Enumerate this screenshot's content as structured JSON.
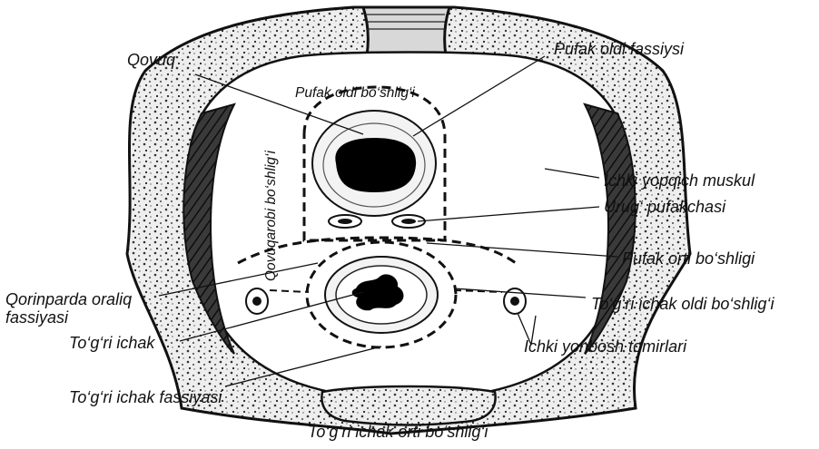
{
  "labels": {
    "qovuq": "Qovuq",
    "pufak_oldi_fassiysi": "Pufak oldi fassiysi",
    "pufak_oldi_boshligi": "Pufak oldi bo‘shlig‘i",
    "qovuqarobi_boshligi": "Qovuqarobi bo‘shlig‘i",
    "ichki_yopqich_muskul": "Ichki yopqich muskul",
    "urug_pufakchasi": "Urug‘ pufakchasi",
    "pufak_orti_boshligi": "Pufak orti bo‘shligi",
    "qorinparda_line1": "Qorinparda oraliq",
    "qorinparda_line2": "fassiyasi",
    "togri_ichak_oldi_boshligi": "To‘g‘ri ichak oldi bo‘shlig‘i",
    "togri_ichak": "To‘g‘ri ichak",
    "ichki_yonbosh_tomirlari": "Ichki yonbosh tomirlari",
    "togri_ichak_fassiyasi": "To‘g‘ri ichak fassiyasi",
    "togri_ichak_orti_boshligi": "To‘g‘ri ichak orti bo‘shlig‘i"
  }
}
